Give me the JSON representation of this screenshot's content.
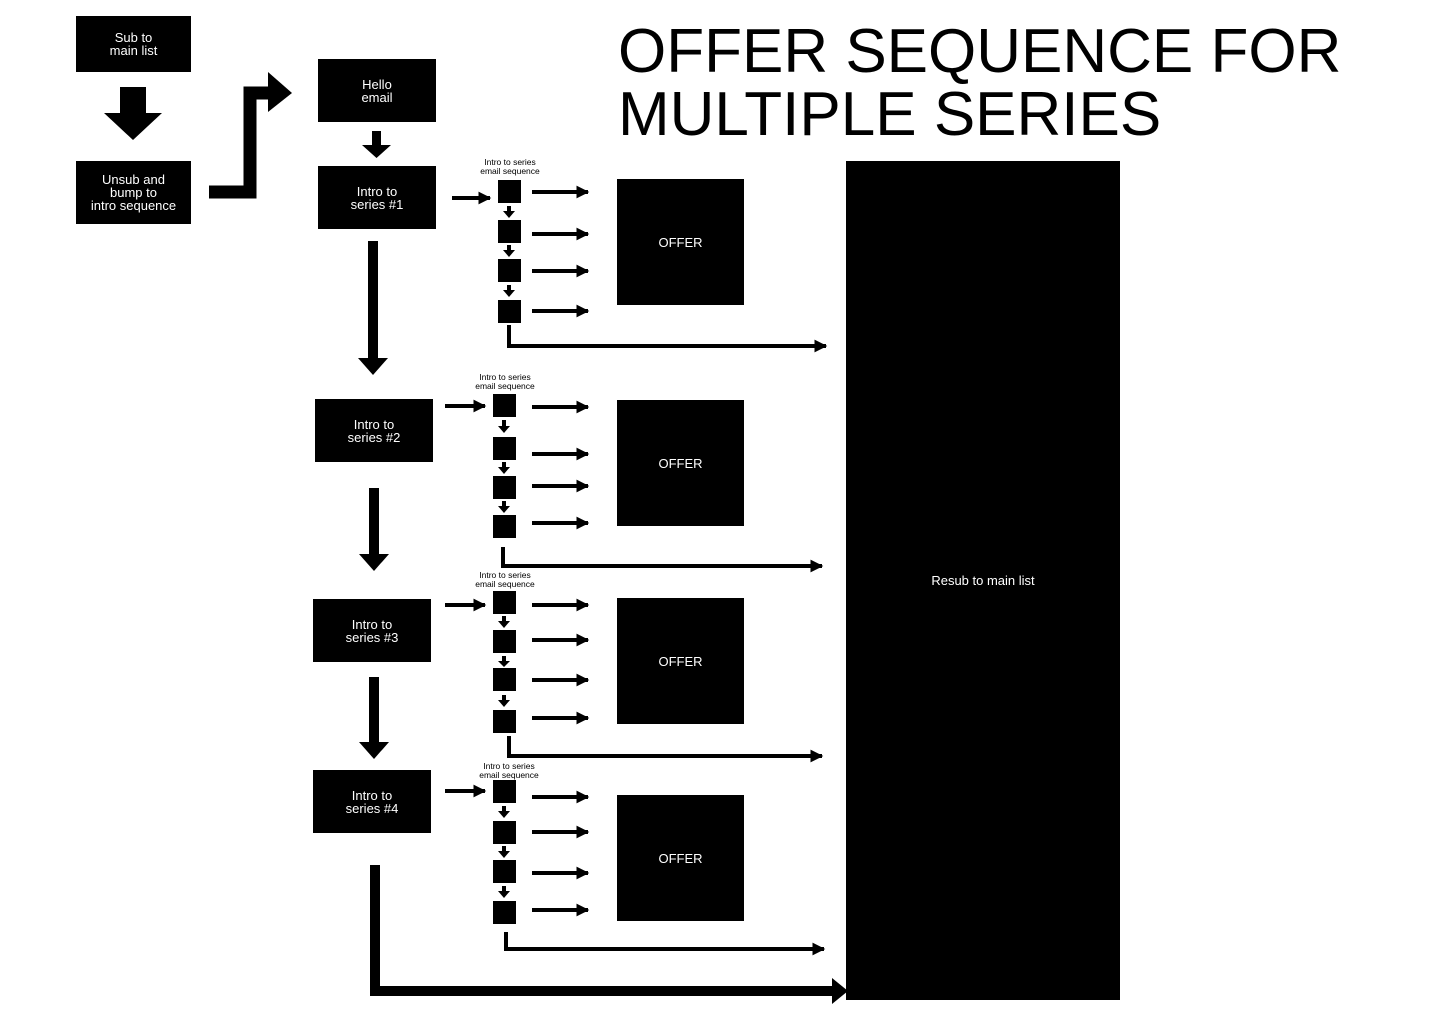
{
  "title": "OFFER SEQUENCE FOR\nMULTIPLE SERIES",
  "nodes": {
    "sub": "Sub to\nmain list",
    "unsub": "Unsub and\nbump to\nintro sequence",
    "hello": "Hello\nemail",
    "resub": "Resub to main list"
  },
  "series": [
    {
      "label": "Intro to\nseries #1",
      "sequence_label": "Intro to series\nemail sequence",
      "offer": "OFFER"
    },
    {
      "label": "Intro to\nseries #2",
      "sequence_label": "Intro to series\nemail sequence",
      "offer": "OFFER"
    },
    {
      "label": "Intro to\nseries #3",
      "sequence_label": "Intro to series\nemail sequence",
      "offer": "OFFER"
    },
    {
      "label": "Intro to\nseries #4",
      "sequence_label": "Intro to series\nemail sequence",
      "offer": "OFFER"
    }
  ],
  "colors": {
    "ink": "#000000",
    "background": "#ffffff",
    "text_on_ink": "#ffffff"
  }
}
